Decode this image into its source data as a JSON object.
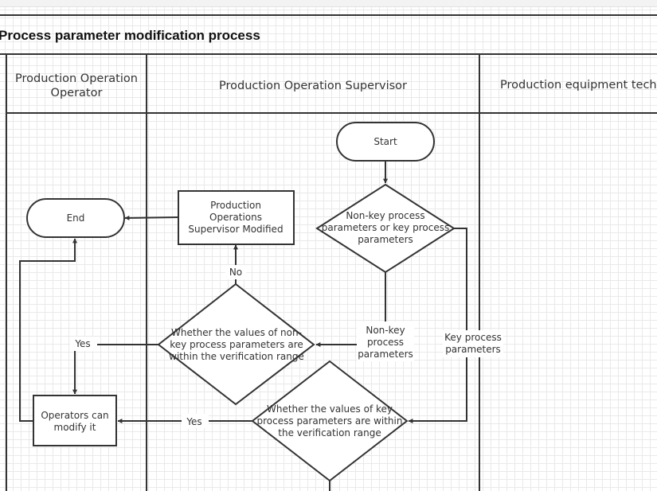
{
  "diagram": {
    "title": "Process parameter modification process",
    "lanes": [
      {
        "id": "operator",
        "label_lines": [
          "Production Operation",
          "Operator"
        ]
      },
      {
        "id": "supervisor",
        "label_lines": [
          "Production Operation Supervisor"
        ]
      },
      {
        "id": "equipment",
        "label_lines": [
          "Production equipment tech"
        ]
      }
    ],
    "nodes": {
      "start": {
        "lines": [
          "Start"
        ]
      },
      "end": {
        "lines": [
          "End"
        ]
      },
      "supervisor_modified": {
        "lines": [
          "Production",
          "Operations",
          "Supervisor Modified"
        ]
      },
      "param_type_decision": {
        "lines": [
          "Non-key process",
          "parameters or key process",
          "parameters"
        ]
      },
      "nonkey_range_decision": {
        "lines": [
          "Whether the values of non-",
          "key process parameters are",
          "within the verification range"
        ]
      },
      "key_range_decision": {
        "lines": [
          "Whether the values of key",
          "process parameters are within",
          "the verification range"
        ]
      },
      "operators_modify": {
        "lines": [
          "Operators can",
          "modify it"
        ]
      }
    },
    "edge_labels": {
      "no": [
        "No"
      ],
      "yes_nonkey": [
        "Yes"
      ],
      "yes_key": [
        "Yes"
      ],
      "nonkey_params": [
        "Non-key",
        "process",
        "parameters"
      ],
      "key_params": [
        "Key process",
        "parameters"
      ]
    }
  }
}
